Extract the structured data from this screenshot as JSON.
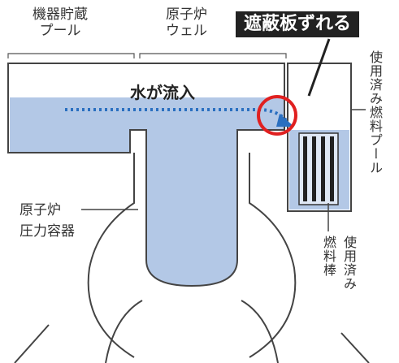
{
  "labels": {
    "spent_fuel_pool": "機器貯蔵\nプール",
    "reactor_well": "原子炉\nウェル",
    "shield_shift": "遮蔽板ずれる",
    "water_flow": "水が流入",
    "rpv": "原子炉\n圧力容器",
    "used_pool_vertical": "使用済み燃料プール",
    "fuel_rod_col1": "燃料棒",
    "fuel_rod_col2": "使用済み"
  },
  "colors": {
    "water": "#b3c8e6",
    "arrow": "#2a6fc0",
    "highlight_circle": "#e02020",
    "callout_bg": "#222222",
    "line": "#444444"
  }
}
